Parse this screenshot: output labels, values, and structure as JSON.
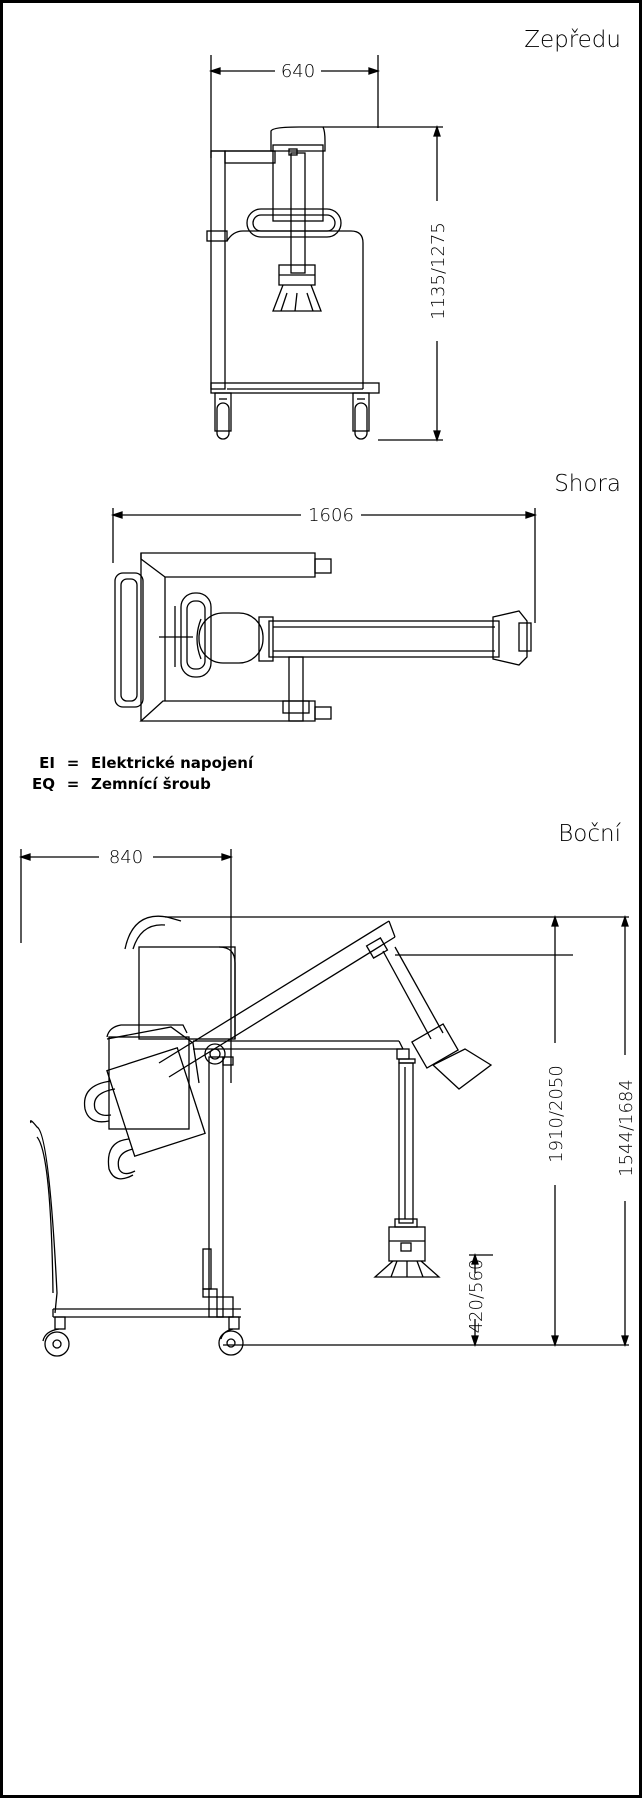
{
  "views": {
    "front": {
      "title": "Zepředu",
      "width_dim": "640",
      "height_dim": "1135/1275"
    },
    "top": {
      "title": "Shora",
      "length_dim": "1606"
    },
    "side": {
      "title": "Boční",
      "width_dim": "840",
      "dim_a": "1910/2050",
      "dim_b": "1544/1684",
      "dim_c": "420/560"
    }
  },
  "legend": [
    {
      "code": "EI",
      "sep": "=",
      "desc": "Elektrické napojení"
    },
    {
      "code": "EQ",
      "sep": "=",
      "desc": "Zemnící šroub"
    }
  ]
}
